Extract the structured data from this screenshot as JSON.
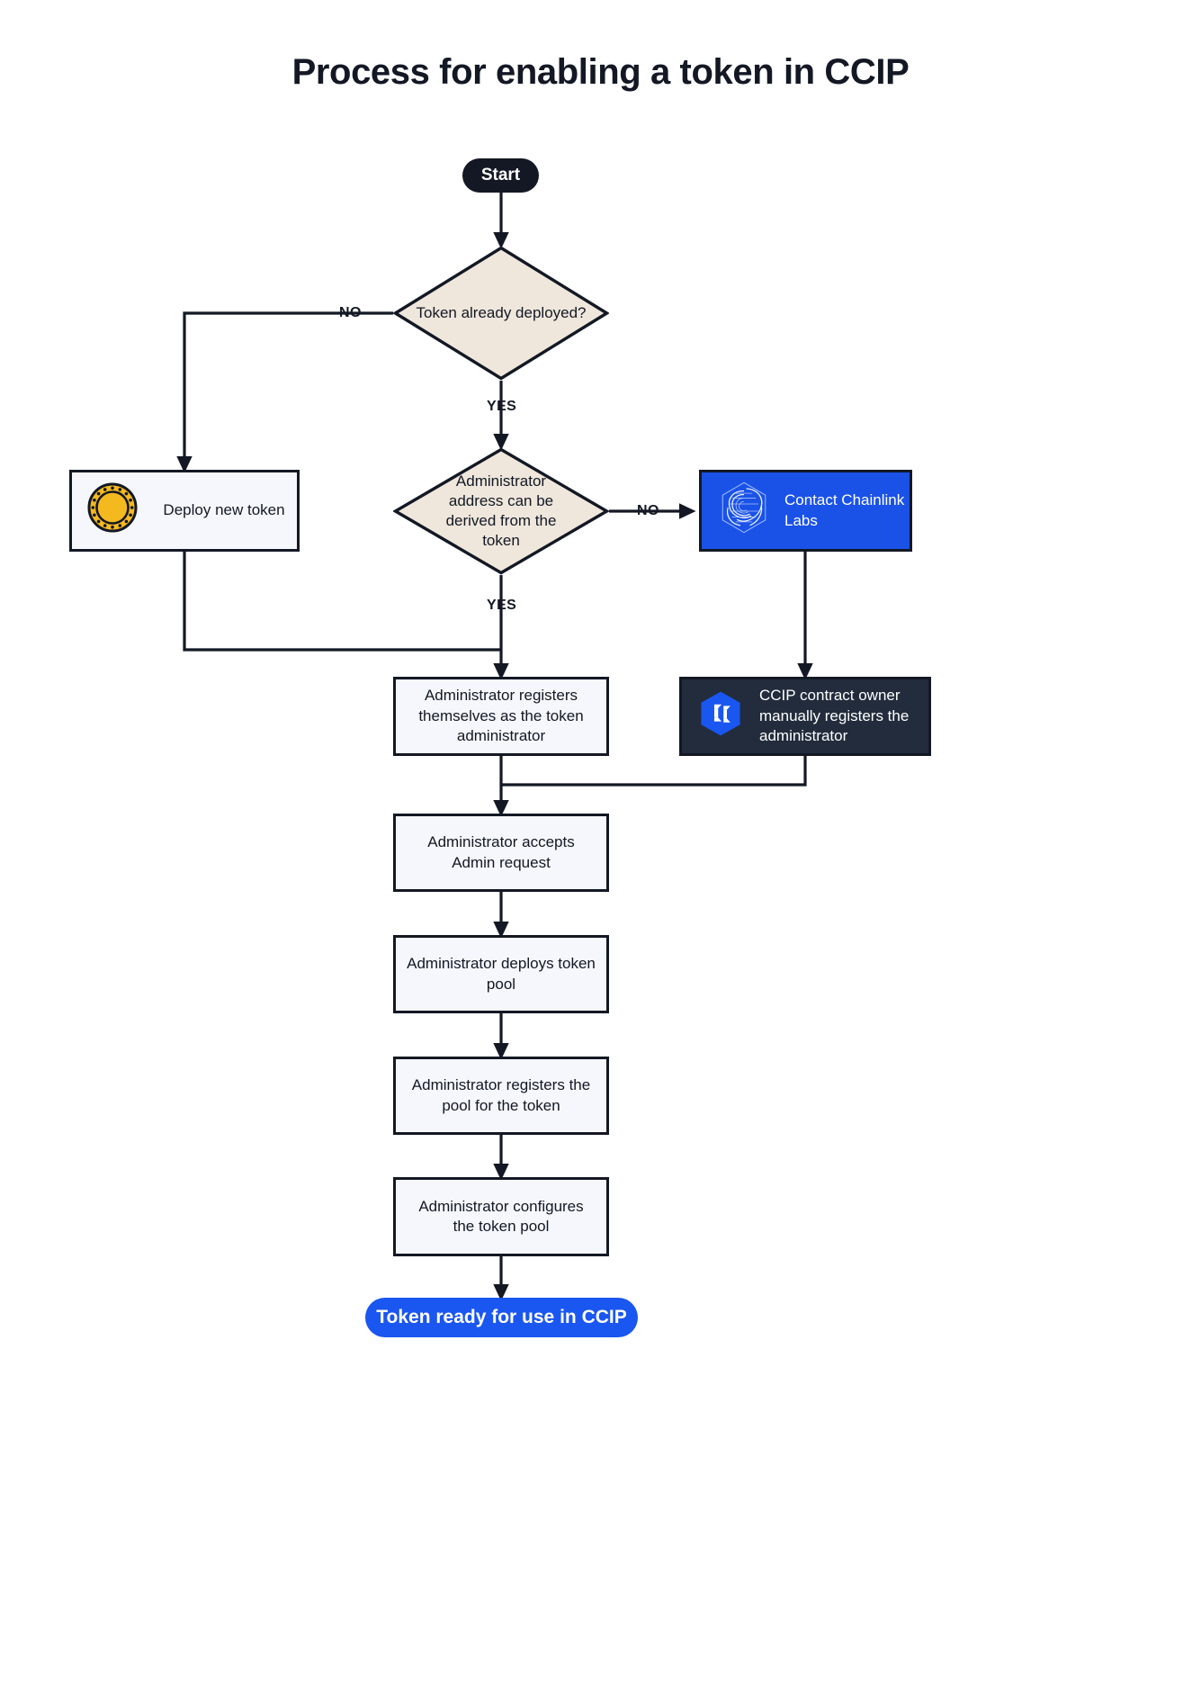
{
  "page": {
    "title": "Process for enabling a token in CCIP",
    "background_color": "#ffffff"
  },
  "colors": {
    "stroke": "#131824",
    "decision_fill": "#efe7dc",
    "process_fill": "#f5f7fc",
    "start_fill": "#131824",
    "end_fill": "#1a56f0",
    "chainlink_blue": "#1a52e8",
    "ccip_dark": "#222c3c",
    "coin_gold": "#f5b920"
  },
  "nodes": {
    "start": {
      "label": "Start",
      "shape": "terminator"
    },
    "decision_token_deployed": {
      "label": "Token already deployed?",
      "shape": "decision"
    },
    "deploy_new_token": {
      "label": "Deploy new token",
      "shape": "process",
      "icon": "gold-coin-icon"
    },
    "decision_admin_derived": {
      "label": "Administrator address can be derived from the token",
      "shape": "decision"
    },
    "contact_chainlink_labs": {
      "label": "Contact Chainlink Labs",
      "shape": "process",
      "icon": "chainlink-logo-icon"
    },
    "admin_registers_self": {
      "label": "Administrator registers themselves as the token administrator",
      "shape": "process"
    },
    "ccip_owner_registers": {
      "label": "CCIP contract owner manually registers the administrator",
      "shape": "process",
      "icon": "ccip-logo-icon"
    },
    "admin_accepts_request": {
      "label": "Administrator accepts Admin request",
      "shape": "process"
    },
    "admin_deploys_pool": {
      "label": "Administrator deploys token pool",
      "shape": "process"
    },
    "admin_registers_pool": {
      "label": "Administrator registers the pool for the token",
      "shape": "process"
    },
    "admin_configures_pool": {
      "label": "Administrator configures the token pool",
      "shape": "process"
    },
    "token_ready": {
      "label": "Token ready for use in CCIP",
      "shape": "terminator"
    }
  },
  "edge_labels": {
    "deployed_no": "NO",
    "deployed_yes": "YES",
    "derived_no": "NO",
    "derived_yes": "YES"
  }
}
